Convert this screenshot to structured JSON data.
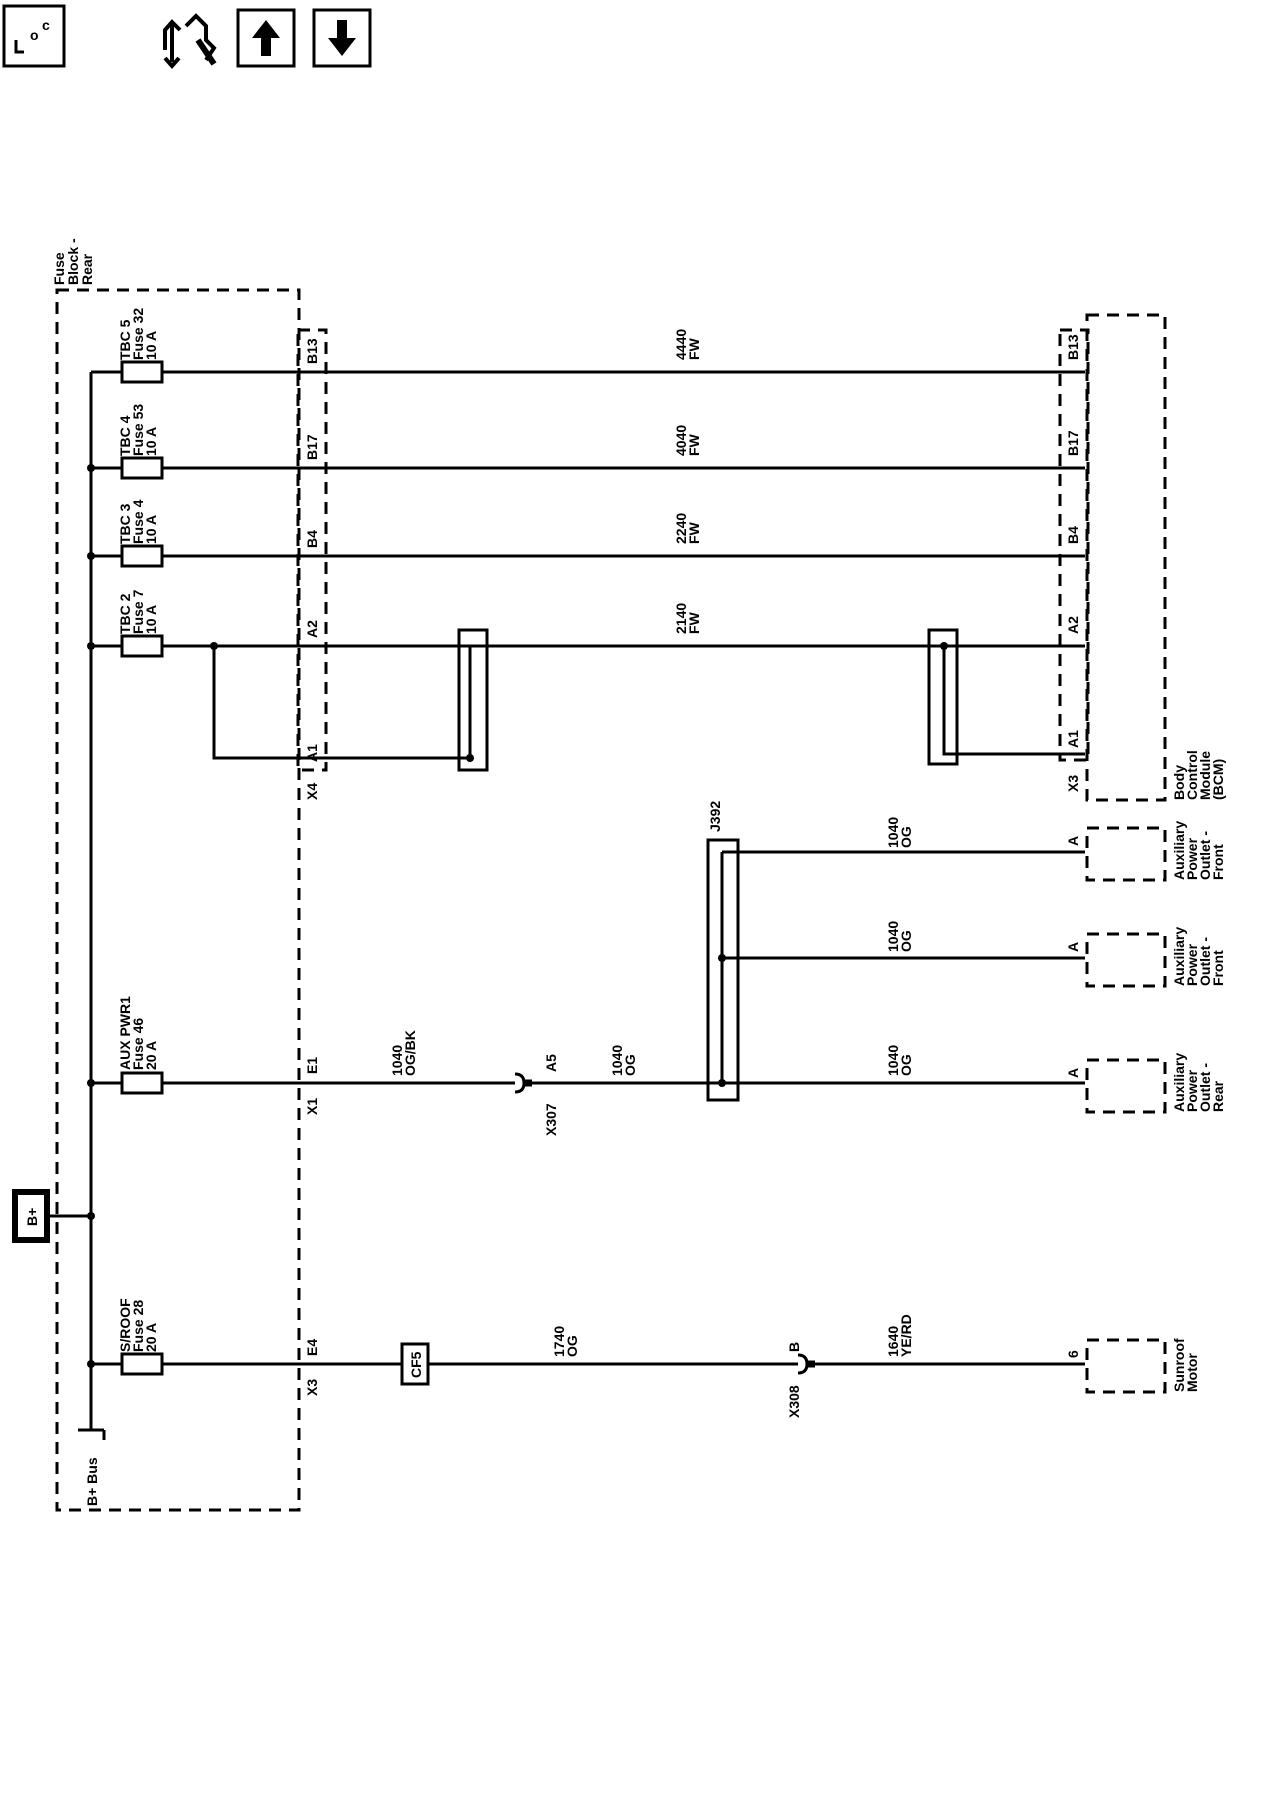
{
  "toolbar": {
    "loc_icon": "loc-icon",
    "wrench_icon": "component-locator-icon",
    "up_icon": "page-up-icon",
    "down_icon": "page-down-icon"
  },
  "power": {
    "source": "B+",
    "bus": "B+ Bus"
  },
  "fuse_block": {
    "name": [
      "Fuse",
      "Block -",
      "Rear"
    ],
    "connector_x4": "X4",
    "connector_x1": "X1",
    "connector_x3": "X3"
  },
  "fuses": [
    {
      "lines": [
        "TBC 5",
        "Fuse 32",
        "10 A"
      ],
      "pin": "B13"
    },
    {
      "lines": [
        "TBC 4",
        "Fuse 53",
        "10 A"
      ],
      "pin": "B17"
    },
    {
      "lines": [
        "TBC 3",
        "Fuse 4",
        "10 A"
      ],
      "pin": "B4"
    },
    {
      "lines": [
        "TBC 2",
        "Fuse 7",
        "10 A"
      ],
      "pin": "A2",
      "pin2": "A1"
    },
    {
      "lines": [
        "AUX PWR1",
        "Fuse 46",
        "20 A"
      ],
      "pin": "E1"
    },
    {
      "lines": [
        "S/ROOF",
        "Fuse 28",
        "20 A"
      ],
      "pin": "E4"
    }
  ],
  "wires": [
    {
      "circuit": "4440",
      "color": "FW"
    },
    {
      "circuit": "4040",
      "color": "FW"
    },
    {
      "circuit": "2240",
      "color": "FW"
    },
    {
      "circuit": "2140",
      "color": "FW"
    },
    {
      "circuit": "1040",
      "color": "OG/BK"
    },
    {
      "circuit": "1040",
      "color": "OG"
    },
    {
      "circuit": "1040",
      "color": "OG"
    },
    {
      "circuit": "1040",
      "color": "OG"
    },
    {
      "circuit": "1040",
      "color": "OG"
    },
    {
      "circuit": "1740",
      "color": "OG"
    },
    {
      "circuit": "1640",
      "color": "YE/RD"
    }
  ],
  "connectors": {
    "x307": "X307",
    "x307_pin": "A5",
    "x308": "X308",
    "x308_pin": "B",
    "splice": "J392",
    "inline": "CF5"
  },
  "bcm": {
    "name": [
      "Body",
      "Control",
      "Module",
      "(BCM)"
    ],
    "connector": "X3",
    "pins": [
      "B13",
      "B17",
      "B4",
      "A2",
      "A1"
    ]
  },
  "outlets": [
    {
      "name": [
        "Auxiliary",
        "Power",
        "Outlet -",
        "Front"
      ],
      "pin": "A"
    },
    {
      "name": [
        "Auxiliary",
        "Power",
        "Outlet -",
        "Front"
      ],
      "pin": "A"
    },
    {
      "name": [
        "Auxiliary",
        "Power",
        "Outlet -",
        "Rear"
      ],
      "pin": "A"
    }
  ],
  "sunroof": {
    "name": [
      "Sunroof",
      "Motor"
    ],
    "pin": "6"
  }
}
